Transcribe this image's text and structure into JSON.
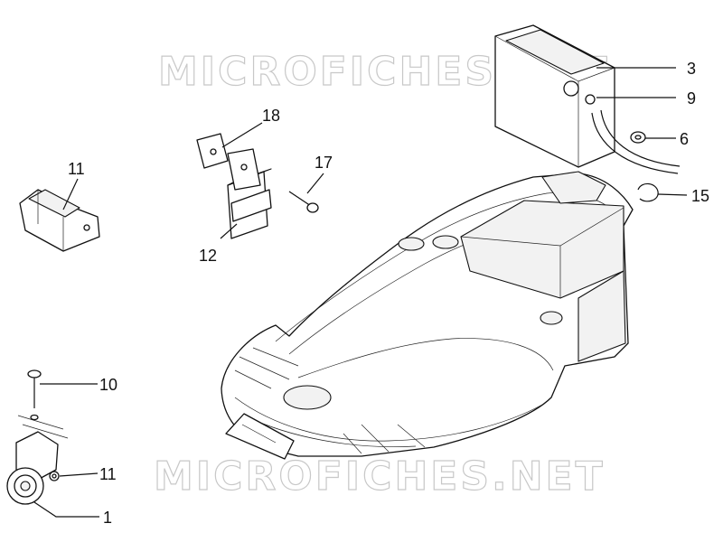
{
  "watermark": "MICROFICHES.NET",
  "callouts": [
    {
      "id": "c3",
      "label": "3"
    },
    {
      "id": "c9",
      "label": "9"
    },
    {
      "id": "c6",
      "label": "6"
    },
    {
      "id": "c15",
      "label": "15"
    },
    {
      "id": "c18",
      "label": "18"
    },
    {
      "id": "c17",
      "label": "17"
    },
    {
      "id": "c12",
      "label": "12"
    },
    {
      "id": "c11a",
      "label": "11"
    },
    {
      "id": "c10",
      "label": "10"
    },
    {
      "id": "c11b",
      "label": "11"
    },
    {
      "id": "c1",
      "label": "1"
    }
  ]
}
